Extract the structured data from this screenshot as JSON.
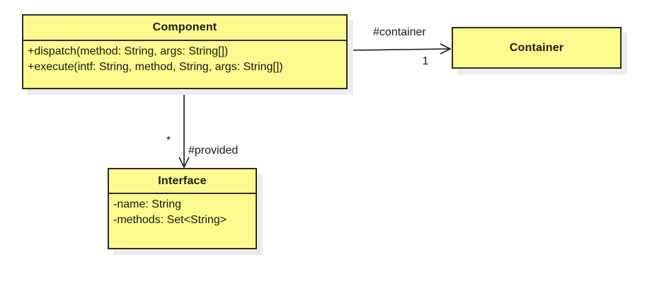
{
  "diagram": {
    "kind": "uml-class-diagram",
    "colors": {
      "box_fill": "#fafa8e",
      "box_border": "#2e2e20",
      "shadow": "#ececec",
      "line": "#1a1a1a",
      "background": "#ffffff"
    },
    "classes": [
      {
        "name": "Component",
        "members": [
          "+dispatch(method: String, args: String[])",
          "+execute(intf: String, method, String, args: String[])"
        ]
      },
      {
        "name": "Container",
        "members": []
      },
      {
        "name": "Interface",
        "members": [
          "-name: String",
          "-methods: Set<String>"
        ]
      }
    ],
    "associations": [
      {
        "from": "Component",
        "to": "Container",
        "role_label": "#container",
        "multiplicity": "1"
      },
      {
        "from": "Component",
        "to": "Interface",
        "role_label": "#provided",
        "multiplicity": "*"
      }
    ]
  }
}
